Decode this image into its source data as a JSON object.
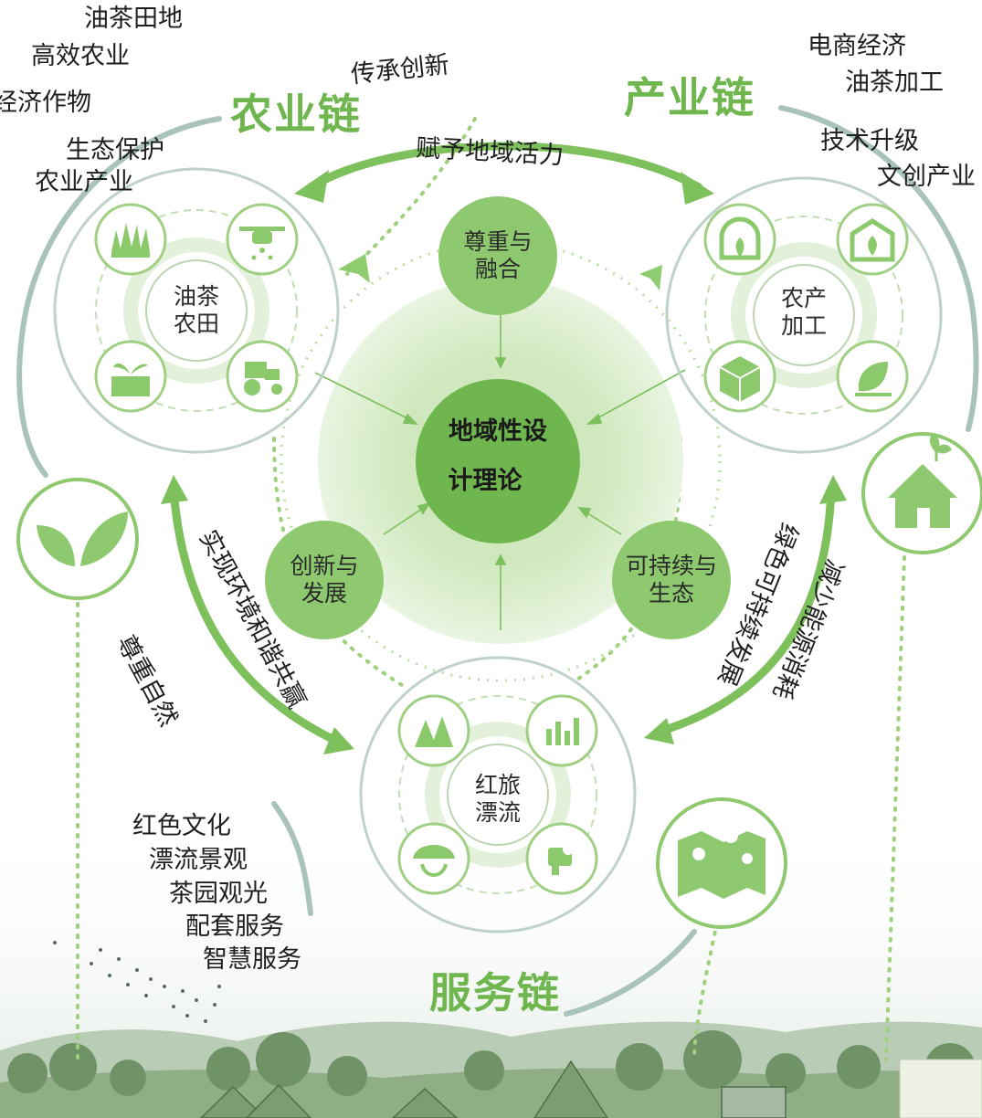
{
  "chains": {
    "agriculture": "农业链",
    "industry": "产业链",
    "service": "服务链"
  },
  "center": {
    "line1": "地域性设",
    "line2": "计理论"
  },
  "principles": [
    {
      "line1": "尊重与",
      "line2": "融合"
    },
    {
      "line1": "创新与",
      "line2": "发展"
    },
    {
      "line1": "可持续与",
      "line2": "生态"
    }
  ],
  "hubs": {
    "agriculture": {
      "line1": "油茶",
      "line2": "农田"
    },
    "industry": {
      "line1": "农产",
      "line2": "加工"
    },
    "service": {
      "line1": "红旅",
      "line2": "漂流"
    }
  },
  "arrow_labels": {
    "top_outer": "传承创新",
    "top_inner": "赋予地域活力",
    "left_outer": "尊重自然",
    "left_inner": "实现环境和谐共赢",
    "right_outer": "减少能源消耗",
    "right_inner": "绿色可持续发展"
  },
  "agriculture_items": [
    "油茶田地",
    "高效农业",
    "经济作物",
    "生态保护",
    "农业产业"
  ],
  "industry_items": [
    "电商经济",
    "油茶加工",
    "技术升级",
    "文创产业"
  ],
  "service_items": [
    "红色文化",
    "漂流景观",
    "茶园观光",
    "配套服务",
    "智慧服务"
  ],
  "icons": {
    "agriculture": [
      "grass-icon",
      "drone-icon",
      "seedling-box-icon",
      "tractor-icon"
    ],
    "industry": [
      "greenhouse-arch-icon",
      "barn-icon",
      "package-icon",
      "leaf-hand-icon"
    ],
    "service": [
      "forest-icon",
      "bar-chart-icon",
      "farmer-hat-icon",
      "camera-robot-icon"
    ],
    "side": [
      "leaves-icon",
      "eco-house-icon",
      "map-pins-icon"
    ]
  },
  "colors": {
    "green": "#6fb64f",
    "light_green": "#a9d68a",
    "pale_green": "#dcefcf",
    "ring": "#9fbab0"
  }
}
